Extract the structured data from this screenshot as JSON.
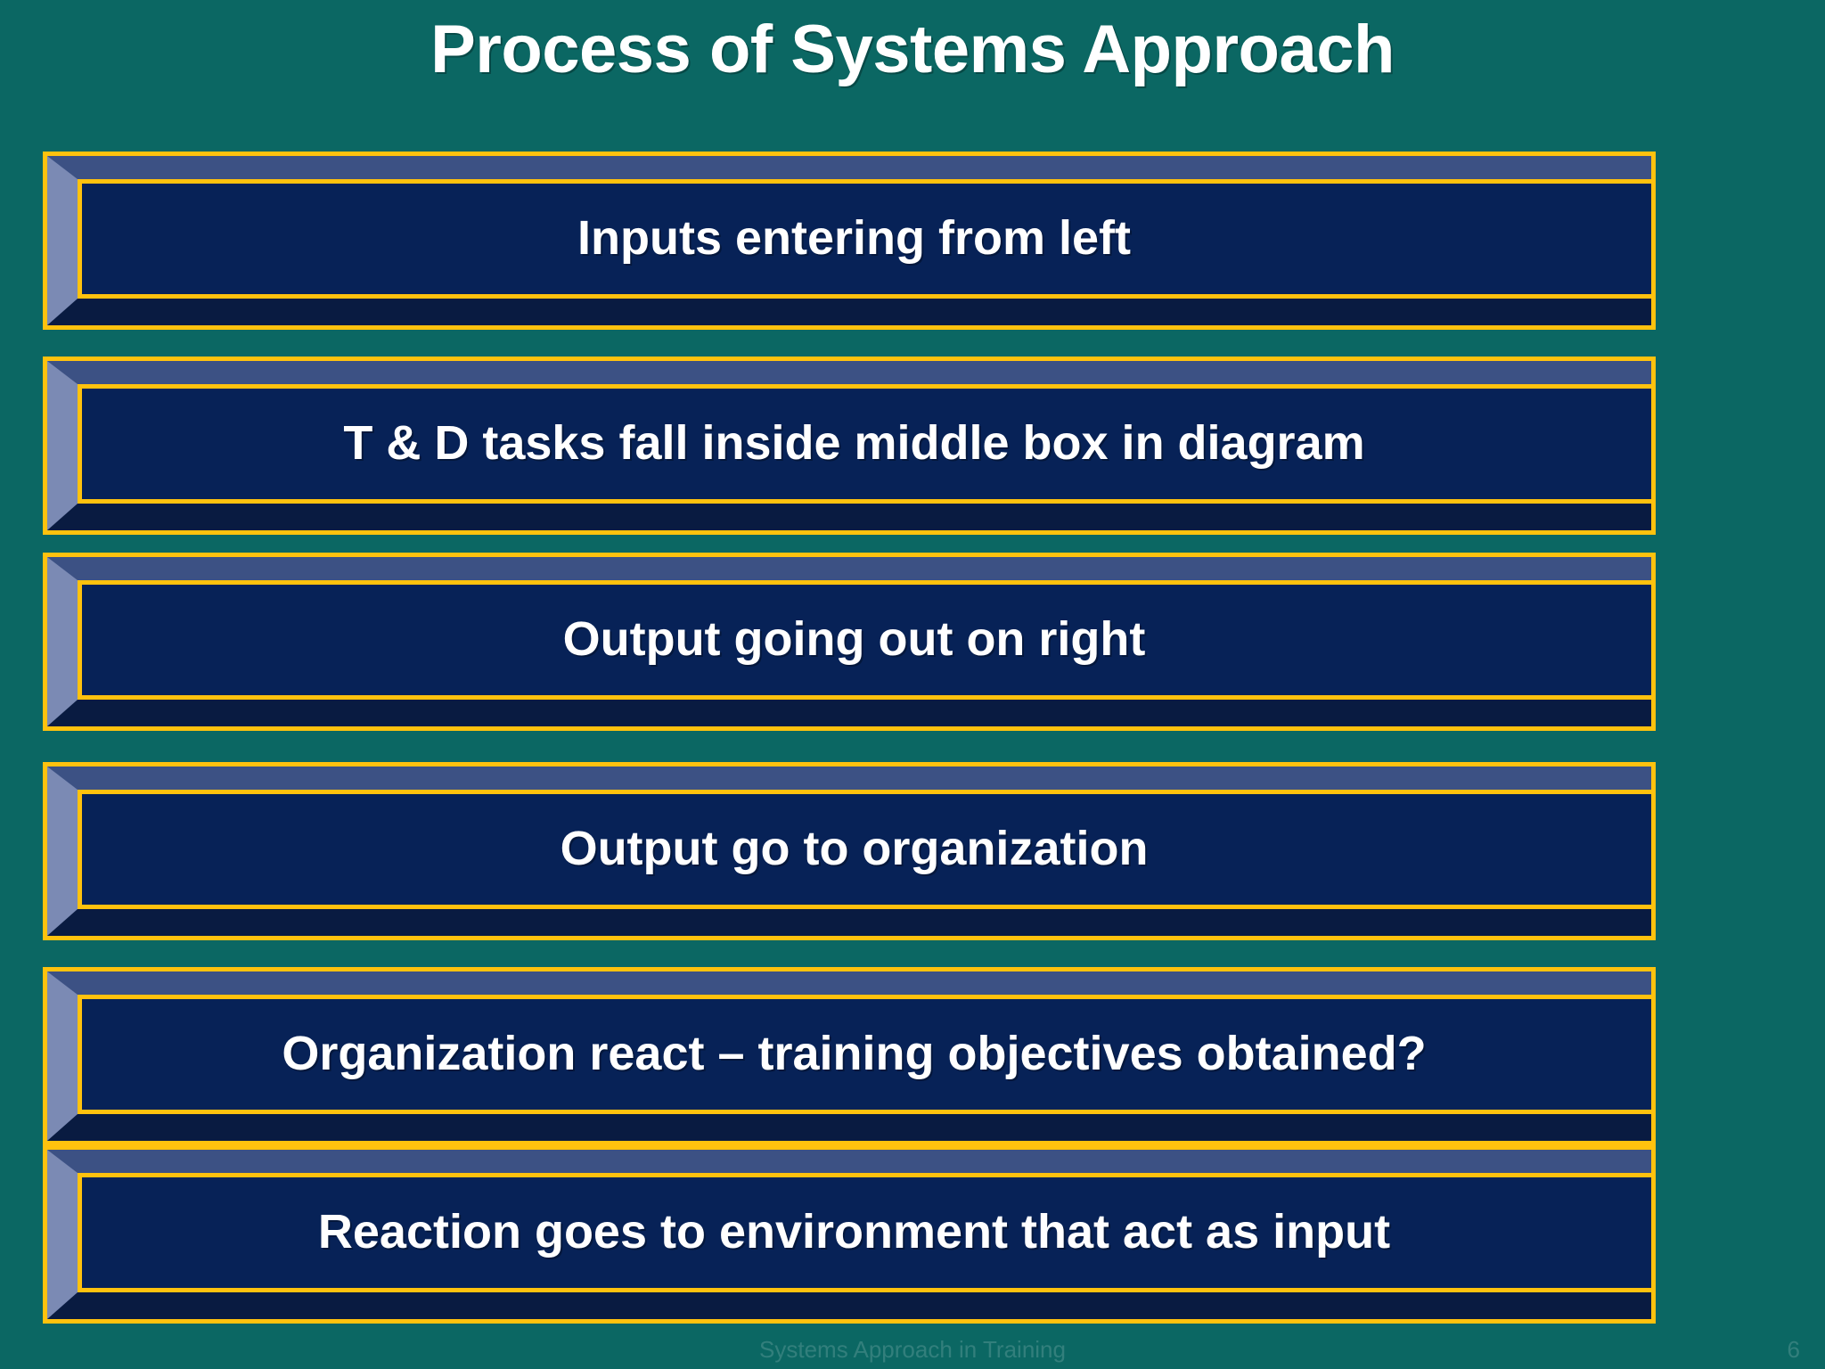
{
  "slide": {
    "title": "Process of Systems Approach",
    "background_color": "#0b6763",
    "accent_color": "#ffc20e",
    "box_face_color": "#072257",
    "title_color": "#ffffff"
  },
  "boxes": [
    {
      "label": "Inputs entering from left"
    },
    {
      "label": "T & D tasks fall inside middle box in diagram"
    },
    {
      "label": "Output going out on right"
    },
    {
      "label": "Output go to organization"
    },
    {
      "label": "Organization react – training objectives obtained?"
    },
    {
      "label": "Reaction goes to environment that act as input"
    }
  ],
  "footer": {
    "note": "Systems Approach in Training",
    "page": "6"
  }
}
